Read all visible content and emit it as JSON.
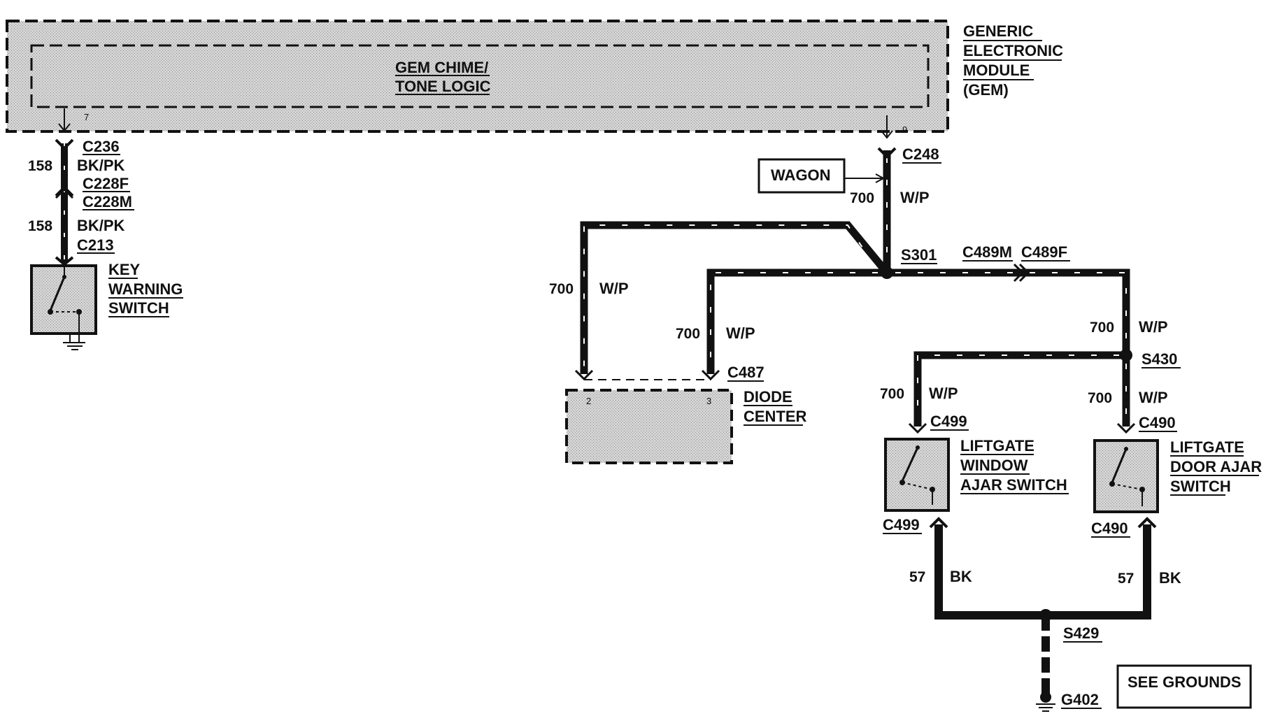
{
  "module": {
    "name_lines": [
      "GENERIC",
      "ELECTRONIC",
      "MODULE",
      "(GEM)"
    ],
    "inner_lines": [
      "GEM CHIME/",
      "TONE LOGIC"
    ],
    "pin_left": "7",
    "pin_right": "9"
  },
  "left_branch": {
    "connectors": [
      "C236",
      "C228F",
      "C228M",
      "C213"
    ],
    "circuit_top": "158",
    "color_top": "BK/PK",
    "circuit_bottom": "158",
    "color_bottom": "BK/PK",
    "switch_lines": [
      "KEY",
      "WARNING",
      "SWITCH"
    ]
  },
  "right_branch": {
    "c248": "C248",
    "wagon": "WAGON",
    "c248_circuit": "700",
    "c248_color": "W/P",
    "s301": "S301",
    "c489m": "C489M",
    "c489f": "C489F",
    "left_circuit": "700",
    "left_color": "W/P",
    "mid_circuit": "700",
    "mid_color": "W/P",
    "c487": "C487",
    "diode_lines": [
      "DIODE",
      "CENTER"
    ],
    "diode_pin_2": "2",
    "diode_pin_3": "3",
    "right_circuit": "700",
    "right_color": "W/P",
    "s430": "S430",
    "win_circuit": "700",
    "win_color": "W/P",
    "c499_top": "C499",
    "door_circuit": "700",
    "door_color": "W/P",
    "c490_top": "C490",
    "win_switch_lines": [
      "LIFTGATE",
      "WINDOW",
      "AJAR SWITCH"
    ],
    "door_switch_lines": [
      "LIFTGATE",
      "DOOR AJAR",
      "SWITCH"
    ],
    "c499_bottom": "C499",
    "c490_bottom": "C490",
    "gnd_left_circuit": "57",
    "gnd_left_color": "BK",
    "gnd_right_circuit": "57",
    "gnd_right_color": "BK",
    "s429": "S429",
    "g402": "G402",
    "see_grounds": "SEE GROUNDS"
  }
}
